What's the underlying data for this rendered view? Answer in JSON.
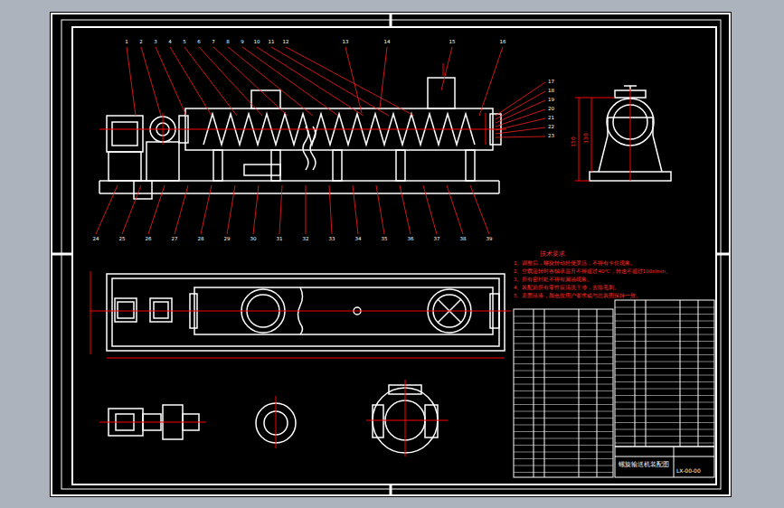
{
  "diagram": {
    "labels": [
      "技术要求",
      "1、调整后，螺旋转动轻便灵活，不得有卡住现象。",
      "2、空载运转时各轴承温升不得超过40℃，转速不超过100r/min。",
      "3、所有密封处不得有漏油现象。",
      "4、装配前所有零件应清洗干净，去除毛刺。",
      "5、表面涂漆，颜色按用户要求或与总装图保持一致。",
      "螺旋输送机装配图",
      "LX-00-00",
      "150",
      "130",
      "1",
      "2",
      "3",
      "4",
      "5",
      "6",
      "7",
      "8",
      "9",
      "10",
      "11",
      "12",
      "13",
      "14",
      "15",
      "16",
      "17",
      "18",
      "19",
      "20",
      "21",
      "22",
      "23",
      "24",
      "25",
      "26",
      "27",
      "28",
      "29",
      "30",
      "31",
      "32",
      "33",
      "34",
      "35",
      "36",
      "37",
      "38",
      "39"
    ]
  }
}
